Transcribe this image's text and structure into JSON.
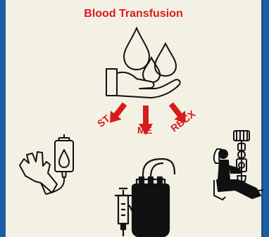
{
  "title": "Blood Transfusion",
  "arrows": [
    {
      "label": "ST"
    },
    {
      "label": "ME"
    },
    {
      "label": "RBCX"
    }
  ],
  "colors": {
    "accent": "#d91b1b",
    "background": "#f3f1e4",
    "frame": "#1b5ea6",
    "ink": "#111111"
  },
  "icons": [
    "blood-drops-icon",
    "hand-icon",
    "arm-iv-drip-icon",
    "blood-bag-icon",
    "exchange-chair-icon"
  ]
}
